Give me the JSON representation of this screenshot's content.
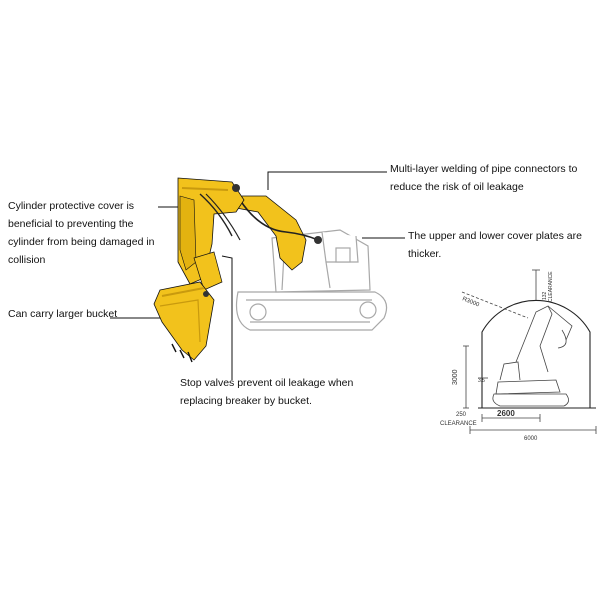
{
  "callouts": {
    "cylinder_cover": "Cylinder protective cover is beneficial to preventing the cylinder from being damaged in collision",
    "larger_bucket": "Can carry larger bucket",
    "pipe_welding": "Multi-layer welding of pipe connectors to reduce the risk of oil leakage",
    "cover_plates": "The upper and lower cover plates are thicker.",
    "stop_valves": "Stop valves prevent oil leakage when replacing breaker by bucket."
  },
  "tunnel_drawing": {
    "width_label": "2600",
    "total_width_label": "6000",
    "height_label": "3000",
    "side_clearance_value": "250",
    "clearance_label": "CLEARANCE",
    "top_clearance_value": "132",
    "top_clearance_label": "CLEARANCE",
    "radius_label": "R3000",
    "small_label": "3.5"
  },
  "colors": {
    "arm_yellow": "#f2c21c",
    "arm_shadow": "#c99a0e",
    "line": "#111111",
    "sketch": "#9a9a9a"
  }
}
